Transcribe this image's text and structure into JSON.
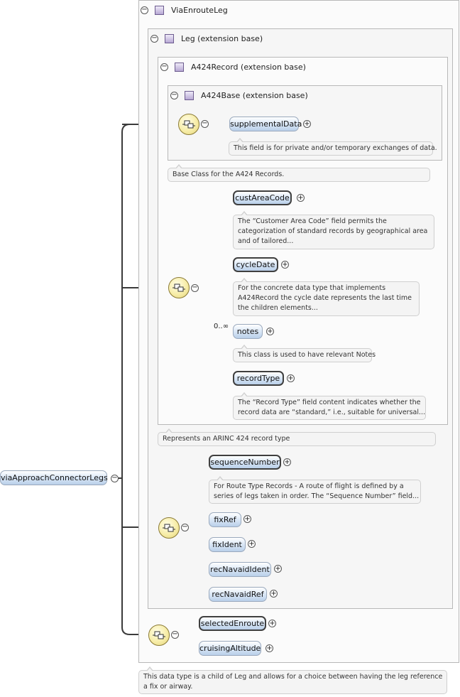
{
  "root": {
    "label": "viaApproachConnectorLegs"
  },
  "groups": {
    "via_enroute_leg": "ViaEnrouteLeg",
    "leg_base": "Leg (extension base)",
    "a424record_base": "A424Record (extension base)",
    "a424base_base": "A424Base (extension base)"
  },
  "a424base": {
    "supplementalData": {
      "label": "supplementalData",
      "doc": "This field is for private and/or temporary exchanges of data."
    }
  },
  "a424record": {
    "doc": "Base Class for the A424 Records.",
    "custAreaCode": {
      "label": "custAreaCode",
      "doc": [
        "The “Customer Area Code” field permits the",
        "categorization of standard records by geographical area",
        "and of tailored..."
      ]
    },
    "cycleDate": {
      "label": "cycleDate",
      "doc": [
        "For the concrete data type that implements",
        "A424Record the cycle date represents the last time",
        "the children elements..."
      ]
    },
    "notes": {
      "label": "notes",
      "occurrence": "0..∞",
      "doc": "This class is used to have relevant Notes"
    },
    "recordType": {
      "label": "recordType",
      "doc": [
        "The “Record Type” field content indicates whether the",
        "record data are “standard,” i.e., suitable for universal..."
      ]
    }
  },
  "leg": {
    "doc": "Represents an ARINC 424 record type",
    "sequenceNumber": {
      "label": "sequenceNumber",
      "doc": [
        "For Route Type Records - A route of flight is defined by a",
        "series of legs taken in order. The “Sequence Number” field..."
      ]
    },
    "fixRef": {
      "label": "fixRef"
    },
    "fixIdent": {
      "label": "fixIdent"
    },
    "recNavaidIdent": {
      "label": "recNavaidIdent"
    },
    "recNavaidRef": {
      "label": "recNavaidRef"
    }
  },
  "via": {
    "selectedEnroute": {
      "label": "selectedEnroute"
    },
    "cruisingAltitude": {
      "label": "cruisingAltitude"
    },
    "doc": [
      "This data type is a child of Leg and allows for a choice between having the leg reference",
      "a fix or airway."
    ]
  },
  "icons": {
    "choice": "choice-compositor-icon",
    "type": "complex-type-icon",
    "collapse": "minus-circle-icon",
    "expand": "plus-circle-icon"
  }
}
